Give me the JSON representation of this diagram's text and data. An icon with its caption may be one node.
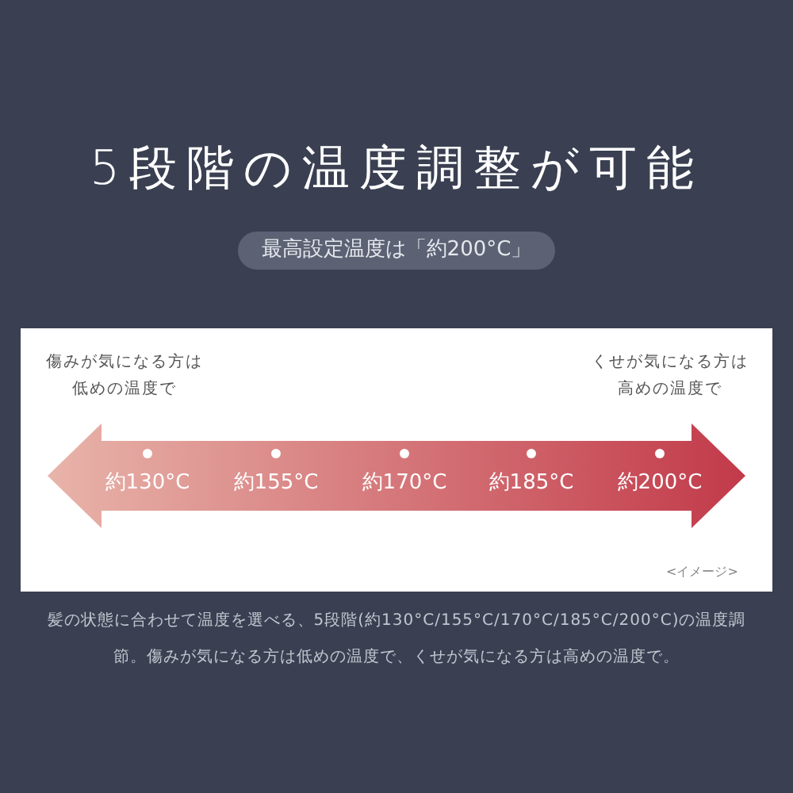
{
  "diagram": {
    "title": "5段階の温度調整が可能",
    "nodes": [
      {
        "text": [],
        "shape": "arrow"
      },
      {
        "text": [
          "約130°C"
        ],
        "in": 0
      },
      {
        "text": [
          "約155°C"
        ],
        "in": 0
      },
      {
        "text": [
          "約170°C"
        ],
        "in": 0
      },
      {
        "text": [
          "約185°C"
        ],
        "in": 0
      },
      {
        "text": [
          "約200°C"
        ],
        "in": 0
      }
    ],
    "edges": [],
    "labels": [
      "最高設定温度は「約200°C」",
      "傷みが気になる方は低めの温度で",
      "くせが気になる方は高めの温度で",
      "<イメージ>"
    ],
    "caption": "髪の状態に合わせて温度を選べる、5段階(約130°C/155°C/170°C/185°C/200°C)の温度調節。傷みが気になる方は低めの温度で、くせが気になる方は高めの温度で。"
  }
}
